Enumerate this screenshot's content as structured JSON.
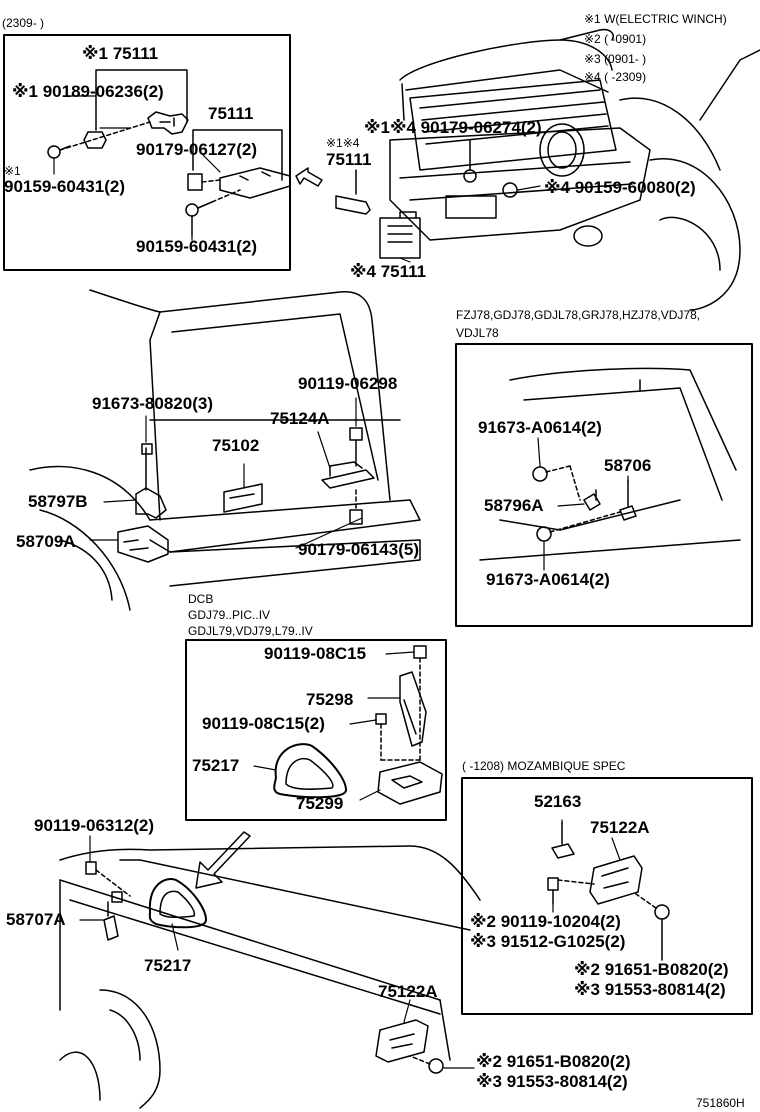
{
  "notes": {
    "top_left_range": "(2309-        )",
    "legend": [
      "※1 W(ELECTRIC WINCH)",
      "※2 (        -0901)",
      "※3 (0901-        )",
      "※4 (        -2309)"
    ],
    "fzj_models_1": "FZJ78,GDJ78,GDJL78,GRJ78,HZJ78,VDJ78,",
    "fzj_models_2": "VDJL78",
    "dcb_1": "DCB",
    "dcb_2": "GDJ79..PIC..IV",
    "dcb_3": "GDJL79,VDJ79,L79..IV",
    "mozambique": "(        -1208) MOZAMBIQUE SPEC",
    "diagram_code": "751860H"
  },
  "parts": {
    "p_75111_w1": "※1 75111",
    "p_90189": "※1 90189-06236(2)",
    "p_75111_b": "75111",
    "p_90179_06127": "90179-06127(2)",
    "p_x1_label": "※1",
    "p_90159_a": "90159-60431(2)",
    "p_90159_b": "90159-60431(2)",
    "p_90179_06274": "※1※4 90179-06274(2)",
    "p_x1x4_small": "※1※4",
    "p_75111_mid": "75111",
    "p_90159_60080": "※4 90159-60080(2)",
    "p_75111_x4": "※4 75111",
    "p_91673_80820": "91673-80820(3)",
    "p_90119_06298": "90119-06298",
    "p_75124A": "75124A",
    "p_75102": "75102",
    "p_58797B": "58797B",
    "p_58709A": "58709A",
    "p_90179_06143": "90179-06143(5)",
    "p_91673_A0614_a": "91673-A0614(2)",
    "p_58706": "58706",
    "p_58796A": "58796A",
    "p_91673_A0614_b": "91673-A0614(2)",
    "p_90119_08C15": "90119-08C15",
    "p_75298": "75298",
    "p_90119_08C15_2": "90119-08C15(2)",
    "p_75217_a": "75217",
    "p_75299": "75299",
    "p_90119_06312": "90119-06312(2)",
    "p_58707A": "58707A",
    "p_75217_b": "75217",
    "p_52163": "52163",
    "p_75122A_a": "75122A",
    "p_90119_10204": "※2 90119-10204(2)",
    "p_91512": "※3 91512-G1025(2)",
    "p_91651_a": "※2 91651-B0820(2)",
    "p_91553_a": "※3 91553-80814(2)",
    "p_75122A_b": "75122A",
    "p_91651_b": "※2 91651-B0820(2)",
    "p_91553_b": "※3 91553-80814(2)"
  }
}
